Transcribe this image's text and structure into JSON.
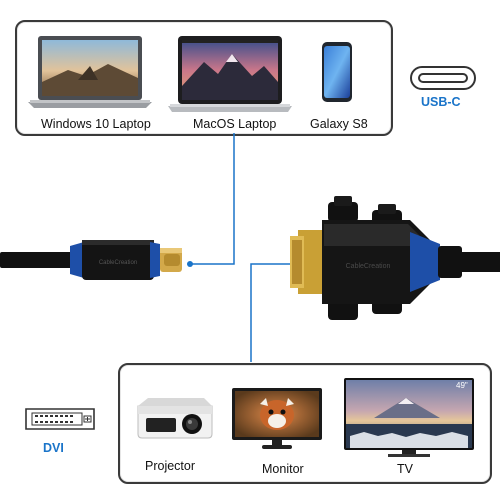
{
  "top_devices": {
    "laptop_windows": "Windows 10 Laptop",
    "laptop_mac": "MacOS Laptop",
    "phone": "Galaxy S8"
  },
  "bottom_devices": {
    "projector": "Projector",
    "monitor": "Monitor",
    "tv": "TV",
    "tv_size_badge": "49\""
  },
  "ports": {
    "usb_c": "USB-C",
    "dvi": "DVI"
  },
  "cable": {
    "usb_c_brand": "CableCreation",
    "dvi_brand": "CableCreation"
  },
  "colors": {
    "accent_blue": "#1a74c9",
    "connector_blue": "#1e4fa8",
    "gold": "#c9a035",
    "cable_black": "#111111"
  }
}
